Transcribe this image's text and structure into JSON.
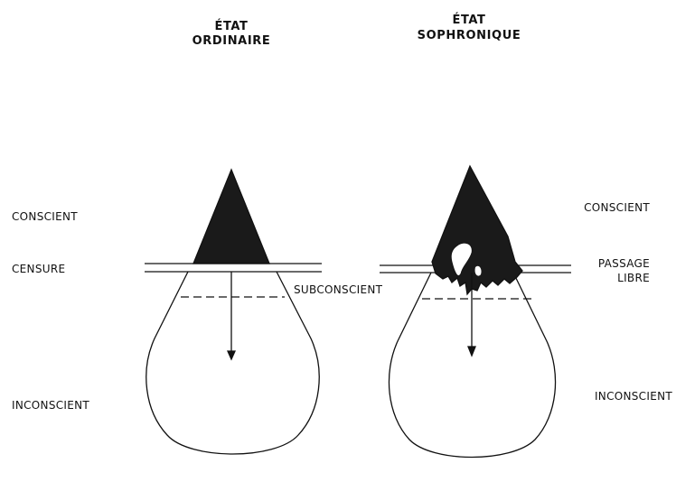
{
  "headings": {
    "left": {
      "line1": "ÉTAT",
      "line2": "ORDINAIRE"
    },
    "right": {
      "line1": "ÉTAT",
      "line2": "SOPHRONIQUE"
    }
  },
  "labels": {
    "conscient_left": "CONSCIENT",
    "censure": "CENSURE",
    "subconscient": "SUBCONSCIENT",
    "inconscient_left": "INCONSCIENT",
    "conscient_right": "CONSCIENT",
    "passage_line1": "PASSAGE",
    "passage_line2": "LIBRE",
    "inconscient_right": "INCONSCIENT"
  },
  "colors": {
    "ink": "#111111",
    "fill": "#1a1a1a",
    "background": "#ffffff"
  }
}
